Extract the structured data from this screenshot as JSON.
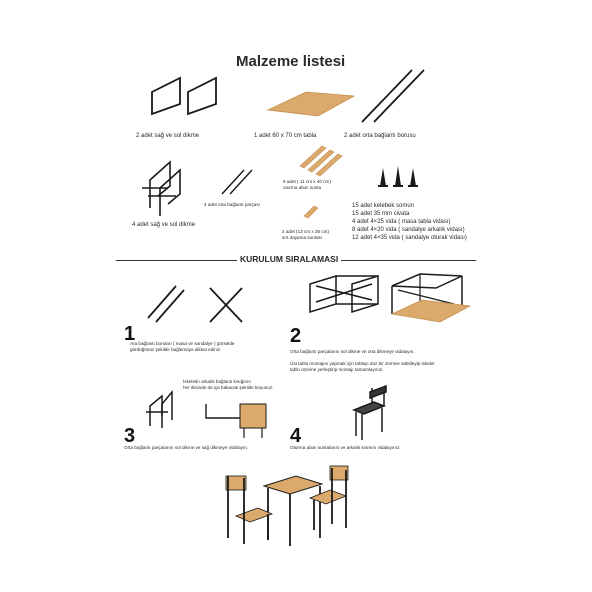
{
  "header": {
    "title": "Malzeme listesi"
  },
  "parts": {
    "side_legs_a": "2 adet sağ ve sol dikme",
    "table_top": "1 adet 60 x 70 cm tabla",
    "middle_pipe": "2 adet orta bağlantı borusu",
    "side_legs_b": "4 adet sağ ve sol dikme",
    "middle_part": "4 adet orta bağlantı parçası",
    "seat_boards": [
      "6 adet ( 11 cm x 40 cm)",
      "oturma alanı sunta"
    ],
    "back_boards": [
      "2 adet (13 cm x 36 cm)",
      "sırt dayama suntası"
    ],
    "hardware": [
      "15 adet kelebek somun",
      "15 adet 35 mm civata",
      "4 adet 4×25 vida ( masa tabla vidası)",
      "8 adet 4×20 vida ( sandalye arkalık vidası)",
      "12 adet 4×35 vida ( sandalye oturak vidası)"
    ]
  },
  "assembly": {
    "title": "KURULUM SIRALAMASI",
    "steps": [
      {
        "number": "1",
        "lines": [
          "Ara bağlantı boruları ( masa ve sandalye ) görselde",
          "gördüğünüz şekilde bağlamaya dikkat ediniz."
        ]
      },
      {
        "number": "2",
        "lines": [
          "Orta bağlantı parçalarını sol dikme ve orta dikmeye vidalayın."
        ],
        "note": [
          "Üst tabla montajını yapmak için tablayı düz bir zemine sabitleyip iskelet",
          "tablo üzerine yerleştirip montajı tamamlayınız."
        ]
      },
      {
        "number": "3",
        "lines": [
          "Orta bağlantı parçalarını sol dikme ve sağ dikmeye vidalayın."
        ],
        "note": [
          "İskeletin arkalık bağlantı kısığının",
          "her ikisinde de içe bakacak şekilde koyunuz."
        ]
      },
      {
        "number": "4",
        "lines": [
          "Oturma alanı suntalarını ve arkalık kısmını vidalayınız."
        ]
      }
    ]
  },
  "colors": {
    "wood": "#d9a86c",
    "wood_dark": "#b98549",
    "frame": "#1a1a1a",
    "text": "#2a2a2a"
  }
}
